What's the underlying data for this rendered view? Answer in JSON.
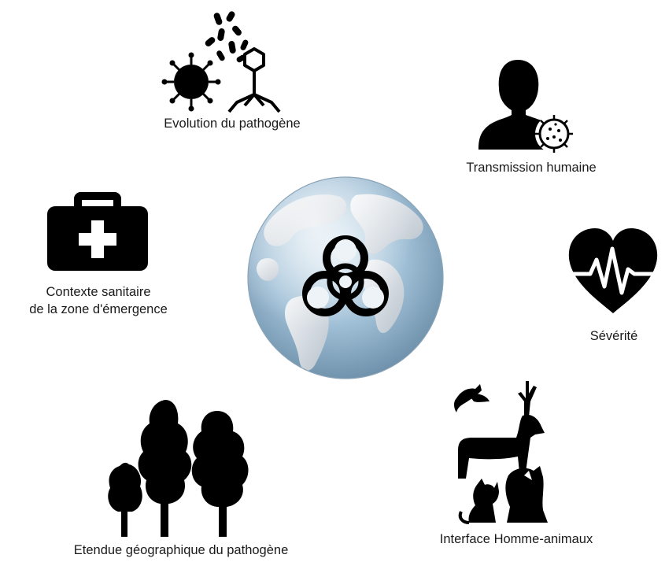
{
  "factors": {
    "evolution": {
      "label": "Evolution du pathogène",
      "icon": "pathogen-evolution-icon"
    },
    "transmission": {
      "label": "Transmission humaine",
      "icon": "person-virus-icon"
    },
    "severity": {
      "label": "Sévérité",
      "icon": "heart-pulse-icon"
    },
    "interface": {
      "label": "Interface Homme-animaux",
      "icon": "animals-icon"
    },
    "extent": {
      "label": "Etendue géographique du pathogène",
      "icon": "trees-icon"
    },
    "context": {
      "label_line1": "Contexte sanitaire",
      "label_line2": "de la zone d'émergence",
      "icon": "medical-kit-icon"
    }
  },
  "center": {
    "icon": "globe-biohazard-icon"
  }
}
